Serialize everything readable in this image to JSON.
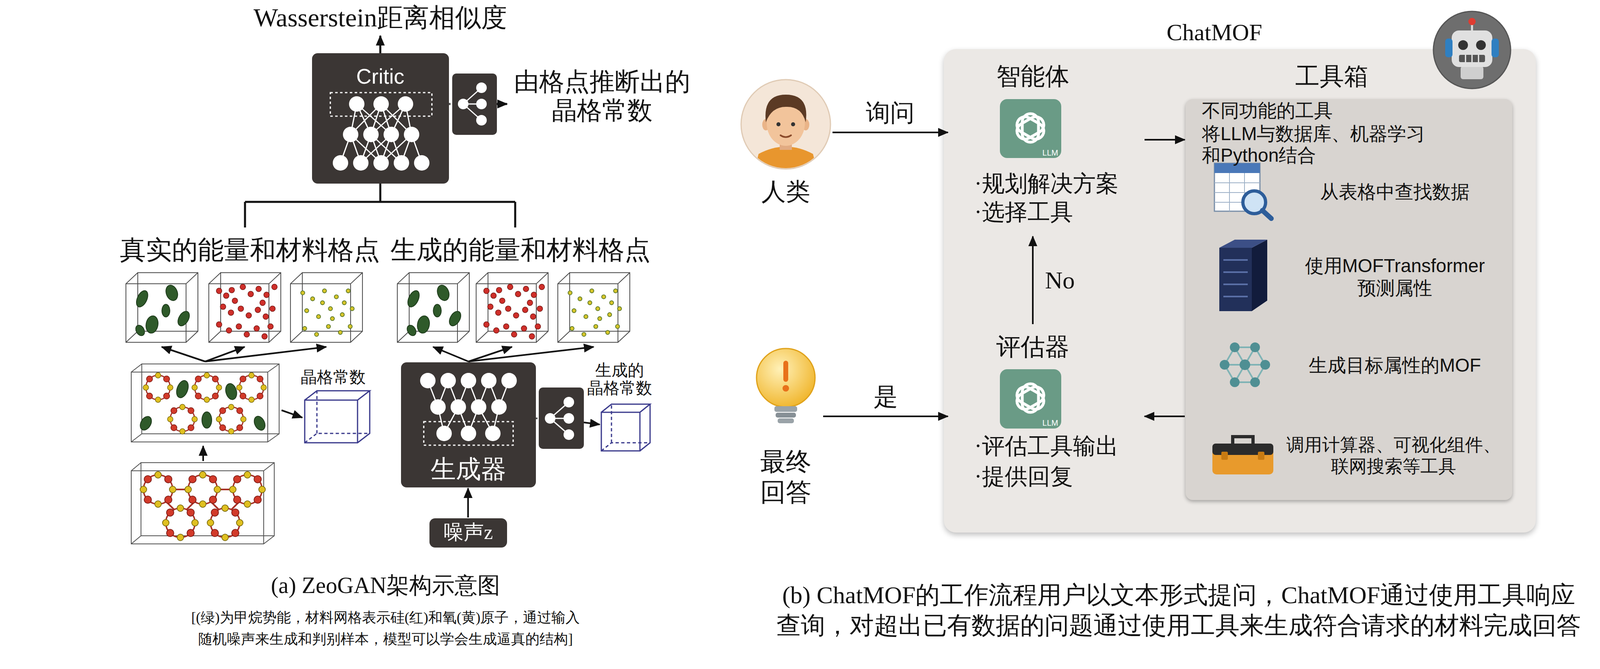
{
  "diagram": {
    "nodes": [
      {
        "text": [
          "Critic"
        ]
      },
      {
        "text": [
          "生成器"
        ]
      },
      {
        "text": [
          "噪声z"
        ]
      },
      {
        "text": [
          "人类"
        ]
      },
      {
        "text": [
          "ChatMOF"
        ]
      },
      {
        "text": [
          "智能体",
          "LLM",
          "·规划解决方案",
          "·选择工具"
        ],
        "in": 4
      },
      {
        "text": [
          "工具箱",
          "不同功能的工具",
          "将LLM与数据库、机器学习 和Python结合",
          "从表格中查找数据",
          "使用MOFTransformer 预测属性",
          "生成目标属性的MOF",
          "调用计算器、可视化组件、 联网搜索等工具"
        ],
        "in": 4
      },
      {
        "text": [
          "最终 回答"
        ]
      },
      {
        "text": [
          "评估器",
          "LLM",
          "·评估工具输出",
          "·提供回复"
        ],
        "in": 4
      }
    ],
    "edges": [
      {
        "from": 2,
        "to": 1,
        "arrow": "to"
      },
      {
        "from": 3,
        "to": 5,
        "label": "询问",
        "arrow": "to"
      },
      {
        "from": 5,
        "to": 6,
        "arrow": "to"
      },
      {
        "from": 6,
        "to": 8,
        "arrow": "to"
      },
      {
        "from": 8,
        "to": 5,
        "label": "No",
        "arrow": "to"
      },
      {
        "from": 7,
        "to": 8,
        "label": "是",
        "arrow": "to"
      }
    ],
    "labels": [
      "Wasserstein距离相似度",
      "由格点推断出的 晶格常数",
      "真实的能量和材料格点",
      "生成的能量和材料格点",
      "晶格常数",
      "生成的 晶格常数",
      "(a) ZeoGAN架构示意图",
      "[(绿)为甲烷势能，材料网格表示硅(红)和氧(黄)原子，通过输入 随机噪声来生成和判别样本，模型可以学会生成逼真的结构]",
      "(b) ChatMOF的工作流程用户以文本形式提问，ChatMOF通过使用工具响应 查询，对超出已有数据的问题通过使用工具来生成符合请求的材料完成回答"
    ]
  }
}
